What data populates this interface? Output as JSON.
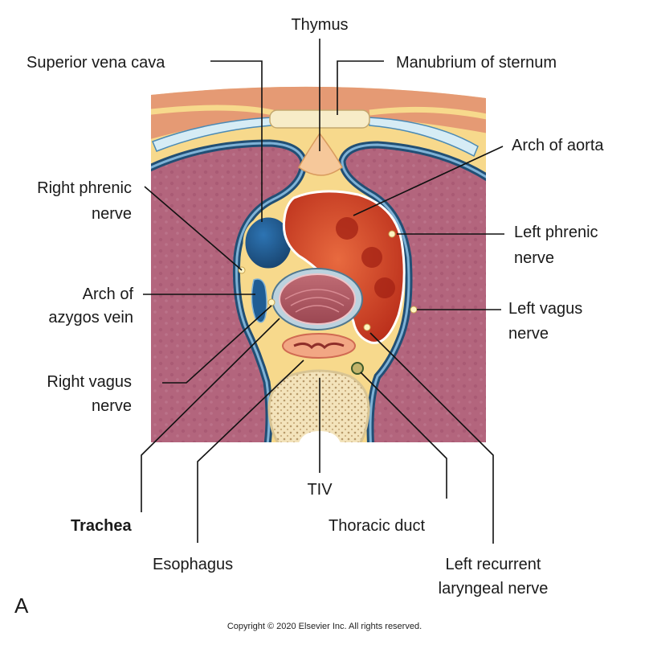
{
  "labels": {
    "thymus": "Thymus",
    "superior_vena_cava": "Superior vena cava",
    "manubrium": "Manubrium of sternum",
    "arch_of_aorta": "Arch of aorta",
    "right_phrenic_1": "Right phrenic",
    "right_phrenic_2": "nerve",
    "left_phrenic_1": "Left phrenic",
    "left_phrenic_2": "nerve",
    "arch_azygos_1": "Arch of",
    "arch_azygos_2": "azygos vein",
    "left_vagus_1": "Left vagus",
    "left_vagus_2": "nerve",
    "right_vagus_1": "Right vagus",
    "right_vagus_2": "nerve",
    "tiv": "TIV",
    "trachea": "Trachea",
    "thoracic_duct": "Thoracic duct",
    "esophagus": "Esophagus",
    "left_recurrent_1": "Left recurrent",
    "left_recurrent_2": "laryngeal nerve"
  },
  "panel_letter": "A",
  "copyright": "Copyright © 2020 Elsevier Inc. All rights reserved.",
  "colors": {
    "lung": "#b3657d",
    "fat": "#f7d98c",
    "pleura_dark": "#214f75",
    "pleura_light": "#7fb2d6",
    "vena_cava": "#1f5d94",
    "aorta": "#c83a22",
    "bone": "#f3e3bb",
    "muscle": "#e59a74"
  }
}
